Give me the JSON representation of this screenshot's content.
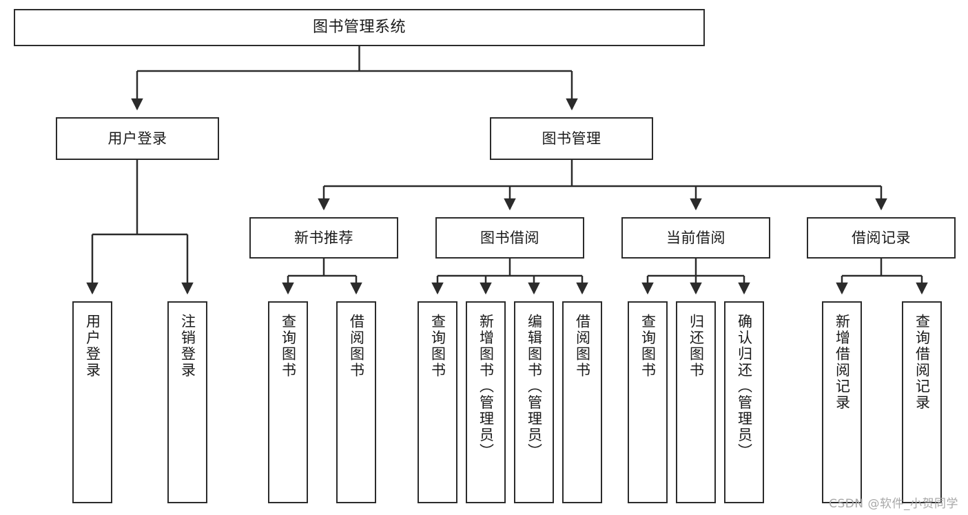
{
  "diagram": {
    "title": "图书管理系统",
    "type": "tree-hierarchy",
    "colors": {
      "stroke": "#2b2b2b",
      "fill": "#ffffff",
      "text": "#1a1a1a",
      "watermark": "#a8a8a8"
    }
  },
  "root": {
    "label": "图书管理系统"
  },
  "level1": [
    {
      "label": "用户登录"
    },
    {
      "label": "图书管理"
    }
  ],
  "level2": [
    {
      "label": "新书推荐"
    },
    {
      "label": "图书借阅"
    },
    {
      "label": "当前借阅"
    },
    {
      "label": "借阅记录"
    }
  ],
  "leaves": {
    "user_login": [
      {
        "label": "用户登录"
      },
      {
        "label": "注销登录"
      }
    ],
    "new_book_recommend": [
      {
        "label": "查询图书"
      },
      {
        "label": "借阅图书"
      }
    ],
    "book_borrow": [
      {
        "label": "查询图书"
      },
      {
        "label": "新增图书（管理员）"
      },
      {
        "label": "编辑图书（管理员）"
      },
      {
        "label": "借阅图书"
      }
    ],
    "current_borrow": [
      {
        "label": "查询图书"
      },
      {
        "label": "归还图书"
      },
      {
        "label": "确认归还（管理员）"
      }
    ],
    "borrow_record": [
      {
        "label": "新增借阅记录"
      },
      {
        "label": "查询借阅记录"
      }
    ]
  },
  "watermark": {
    "text": "CSDN @软件_小贺同学"
  }
}
